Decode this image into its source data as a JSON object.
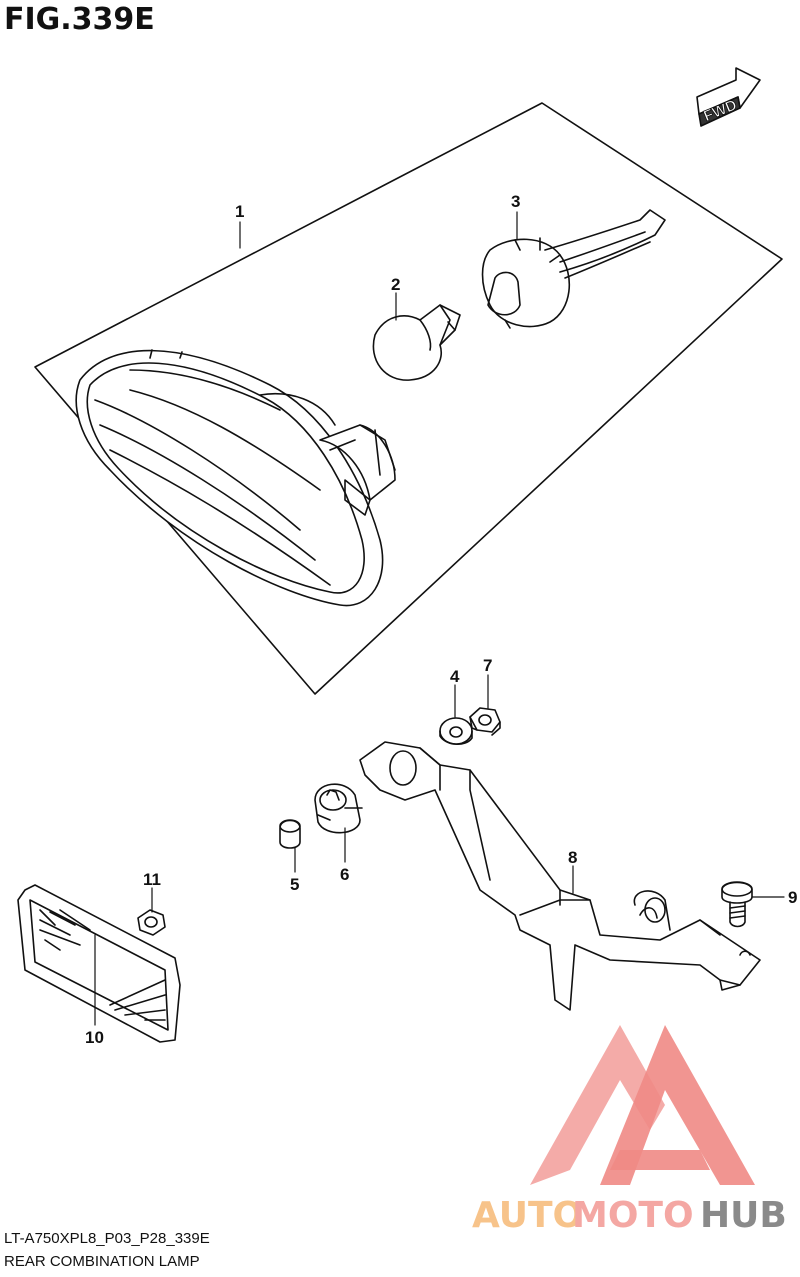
{
  "figure": {
    "title": "FIG.339E",
    "fwd_label": "FWD",
    "callouts": {
      "c1": "1",
      "c2": "2",
      "c3": "3",
      "c4": "4",
      "c5": "5",
      "c6": "6",
      "c7": "7",
      "c8": "8",
      "c9": "9",
      "c10": "10",
      "c11": "11"
    }
  },
  "footer": {
    "code": "LT-A750XPL8_P03_P28_339E",
    "name": "REAR COMBINATION LAMP"
  },
  "watermark": {
    "part1": "AUTO",
    "part2": "MOTO",
    "part3": "HUB",
    "colors": {
      "red": "#f08a85",
      "orange": "#f7c38a",
      "gray": "#8a8a8a"
    }
  }
}
